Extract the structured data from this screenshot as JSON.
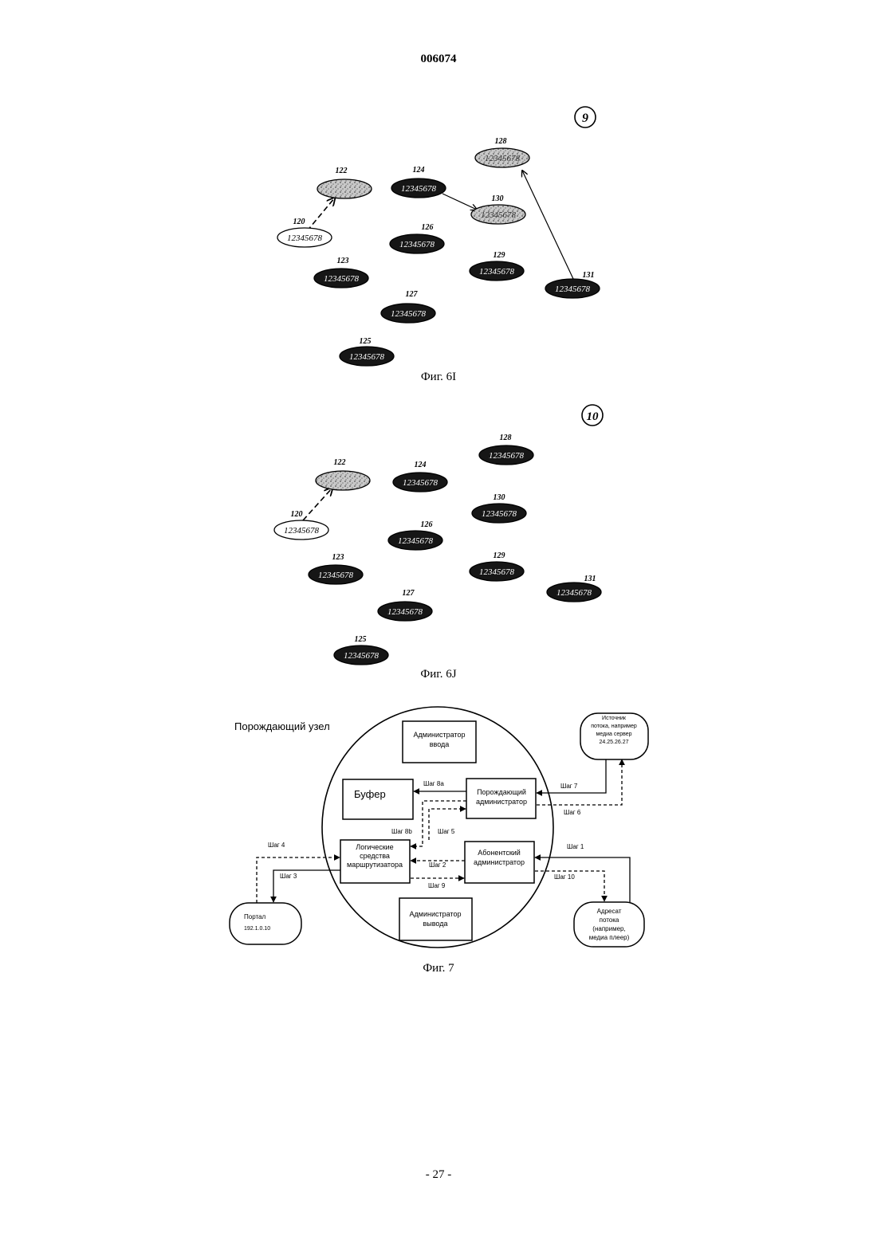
{
  "header": {
    "doc_number": "006074"
  },
  "footer": {
    "page_number": "- 27 -"
  },
  "fig6i": {
    "caption": "Фиг. 6I",
    "step": "9",
    "nodes": [
      {
        "id": "120",
        "label": "12345678",
        "state": "outline"
      },
      {
        "id": "122",
        "label": "",
        "state": "speckled"
      },
      {
        "id": "123",
        "label": "12345678",
        "state": "dark"
      },
      {
        "id": "124",
        "label": "12345678",
        "state": "dark"
      },
      {
        "id": "125",
        "label": "12345678",
        "state": "dark"
      },
      {
        "id": "126",
        "label": "12345678",
        "state": "dark"
      },
      {
        "id": "127",
        "label": "12345678",
        "state": "dark"
      },
      {
        "id": "128",
        "label": "12345678",
        "state": "speckled"
      },
      {
        "id": "129",
        "label": "12345678",
        "state": "dark"
      },
      {
        "id": "130",
        "label": "12345678",
        "state": "speckled"
      },
      {
        "id": "131",
        "label": "12345678",
        "state": "dark"
      }
    ]
  },
  "fig6j": {
    "caption": "Фиг. 6J",
    "step": "10",
    "nodes": [
      {
        "id": "120",
        "label": "12345678",
        "state": "outline"
      },
      {
        "id": "122",
        "label": "",
        "state": "speckled"
      },
      {
        "id": "123",
        "label": "12345678",
        "state": "dark"
      },
      {
        "id": "124",
        "label": "12345678",
        "state": "dark"
      },
      {
        "id": "125",
        "label": "12345678",
        "state": "dark"
      },
      {
        "id": "126",
        "label": "12345678",
        "state": "dark"
      },
      {
        "id": "127",
        "label": "12345678",
        "state": "dark"
      },
      {
        "id": "128",
        "label": "12345678",
        "state": "dark"
      },
      {
        "id": "129",
        "label": "12345678",
        "state": "dark"
      },
      {
        "id": "130",
        "label": "12345678",
        "state": "dark"
      },
      {
        "id": "131",
        "label": "12345678",
        "state": "dark"
      }
    ]
  },
  "fig7": {
    "caption": "Фиг. 7",
    "title": "Порождающий узел",
    "boxes": {
      "input_admin": [
        "Администратор",
        "ввода"
      ],
      "buffer": "Буфер",
      "origin_admin": [
        "Порождающий",
        "администратор"
      ],
      "router": [
        "Логические",
        "средства",
        "маршрутизатора"
      ],
      "subscriber_admin": [
        "Абонентский",
        "администратор"
      ],
      "output_admin": [
        "Администратор",
        "вывода"
      ]
    },
    "external": {
      "source": [
        "Источник",
        "потока, например",
        "медиа сервер",
        "24.25.26.27"
      ],
      "portal": [
        "Портал",
        "192.1.0.10"
      ],
      "destination": [
        "Адресат",
        "потока",
        "(например,",
        "медиа плеер)"
      ]
    },
    "steps": {
      "s1": "Шаг 1",
      "s2": "Шаг 2",
      "s3": "Шаг 3",
      "s4": "Шаг 4",
      "s5": "Шаг 5",
      "s6": "Шаг 6",
      "s7": "Шаг 7",
      "s8a": "Шаг 8а",
      "s8b": "Шаг 8b",
      "s9": "Шаг 9",
      "s10": "Шаг 10"
    }
  }
}
